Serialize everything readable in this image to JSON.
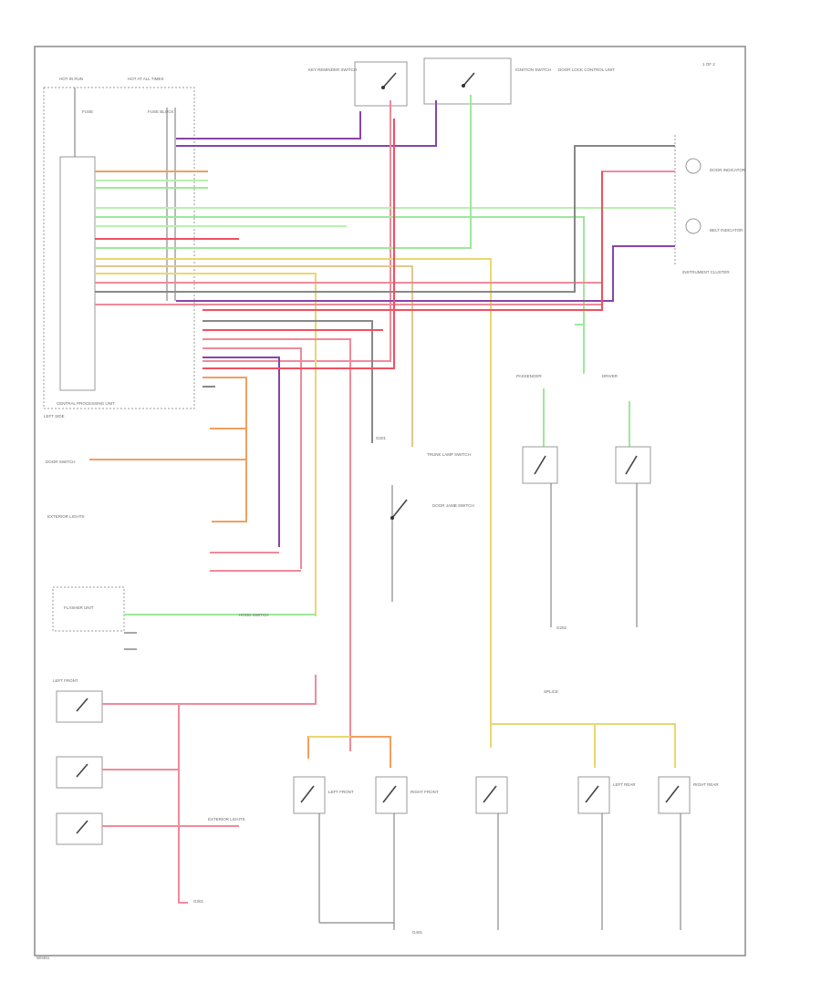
{
  "header": {
    "page_ref": "1 OF 2"
  },
  "components": {
    "top_left_labels": [
      "HOT IN RUN",
      "HOT AT ALL TIMES",
      "FUSE",
      "FUSE BLOCK",
      "CENTRAL PROCESSING UNIT",
      "LEFT SIDE"
    ],
    "center_top_labels": [
      "KEY REMINDER SWITCH",
      "IGNITION SWITCH",
      "DOOR LOCK CONTROL UNIT"
    ],
    "instrument_cluster": "INSTRUMENT CLUSTER",
    "indicator_1": "DOOR INDICATOR",
    "indicator_2": "BELT INDICATOR",
    "left_mid_labels": [
      "EXTERIOR LIGHTS",
      "DOOR SWITCH",
      "FLASHER UNIT",
      "HOOD SWITCH"
    ],
    "mid_labels": [
      "TRUNK LAMP SWITCH",
      "DOOR JAMB SWITCH"
    ],
    "right_mid_labels": [
      "PASSENGER",
      "DRIVER"
    ],
    "bottom_labels": [
      "LEFT FRONT",
      "RIGHT FRONT",
      "LEFT REAR",
      "RIGHT REAR",
      "SPLICE"
    ],
    "ground_labels": [
      "G201",
      "G202",
      "G301",
      "G401"
    ]
  },
  "colors": {
    "purple": "#8844aa",
    "pink": "#f08a9a",
    "red": "#f05060",
    "green": "#9ee89a",
    "light_green": "#b8f0b0",
    "orange": "#f0a060",
    "yellow": "#e8d870",
    "tan": "#e0c890",
    "gray": "#888888",
    "dark": "#444444"
  },
  "footer": {
    "code": "W0461"
  }
}
